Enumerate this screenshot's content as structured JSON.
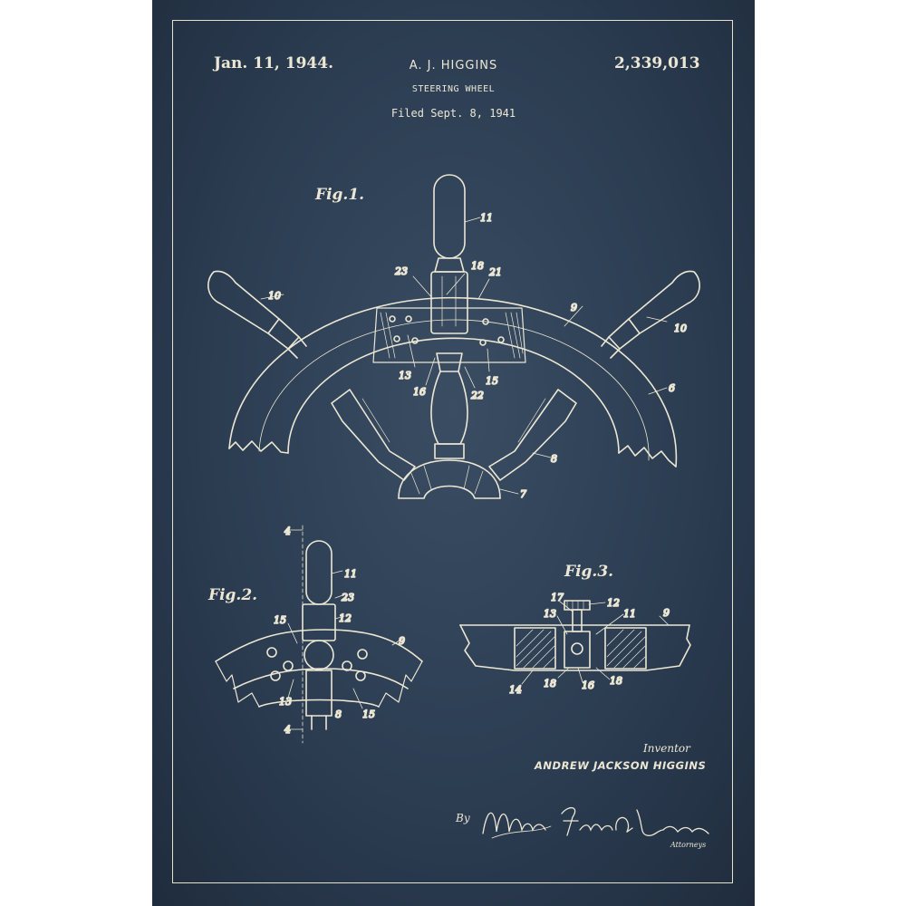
{
  "patent": {
    "date": "Jan. 11, 1944.",
    "inventor_header": "A. J. HIGGINS",
    "title": "STEERING WHEEL",
    "filed": "Filed Sept. 8, 1941",
    "number": "2,339,013"
  },
  "figures": {
    "fig1_label": "Fig.1.",
    "fig2_label": "Fig.2.",
    "fig3_label": "Fig.3."
  },
  "reference_numerals": {
    "fig1": [
      "11",
      "18",
      "23",
      "21",
      "10",
      "9",
      "10",
      "13",
      "16",
      "22",
      "15",
      "6",
      "8",
      "7"
    ],
    "fig2": [
      "4",
      "11",
      "23",
      "12",
      "15",
      "9",
      "13",
      "8",
      "15",
      "4"
    ],
    "fig3": [
      "17",
      "12",
      "13",
      "11",
      "9",
      "14",
      "18",
      "16",
      "18"
    ]
  },
  "footer": {
    "inventor_caption": "Inventor",
    "inventor_name": "ANDREW JACKSON HIGGINS",
    "by": "By",
    "signature": "Mason Fenwick & Lawrence",
    "attorneys": "Attorneys"
  },
  "colors": {
    "background": "#2c3d52",
    "ink": "#ece7d4"
  }
}
